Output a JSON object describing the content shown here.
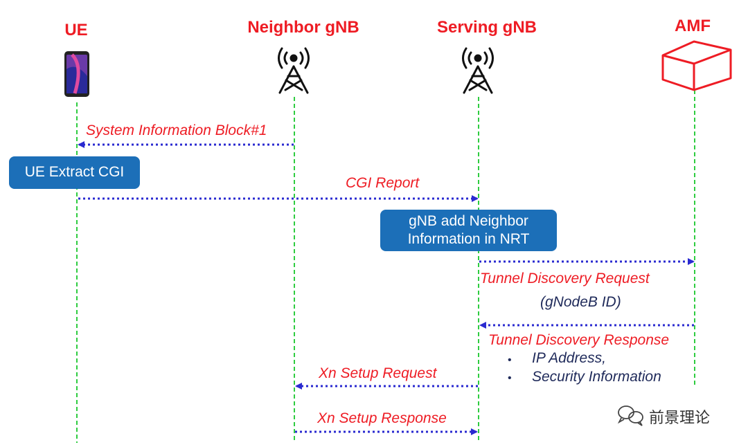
{
  "colors": {
    "lifeline": "#2ecc40",
    "arrow": "#2a2ad0",
    "label_red": "#ee1c24",
    "box_blue": "#1c6fb8",
    "text_navy": "#1f2a5a"
  },
  "entities": [
    {
      "label": "UE",
      "icon": "smartphone-icon"
    },
    {
      "label": "Neighbor gNB",
      "icon": "cell-tower-icon"
    },
    {
      "label": "Serving gNB",
      "icon": "cell-tower-icon"
    },
    {
      "label": "AMF",
      "icon": "cube-icon"
    }
  ],
  "boxes": {
    "ue_extract": "UE Extract CGI",
    "gnb_add_line1": "gNB add Neighbor",
    "gnb_add_line2": "Information in NRT"
  },
  "messages": {
    "sib": "System Information Block#1",
    "cgi_report": "CGI Report",
    "tunnel_req": "Tunnel Discovery Request",
    "tunnel_req_param": "(gNodeB ID)",
    "tunnel_resp": "Tunnel Discovery Response",
    "tunnel_resp_items": [
      "IP Address,",
      "Security Information"
    ],
    "xn_req": "Xn Setup Request",
    "xn_resp": "Xn Setup Response"
  },
  "watermark": {
    "text": "前景理论",
    "icon": "wechat-icon"
  }
}
